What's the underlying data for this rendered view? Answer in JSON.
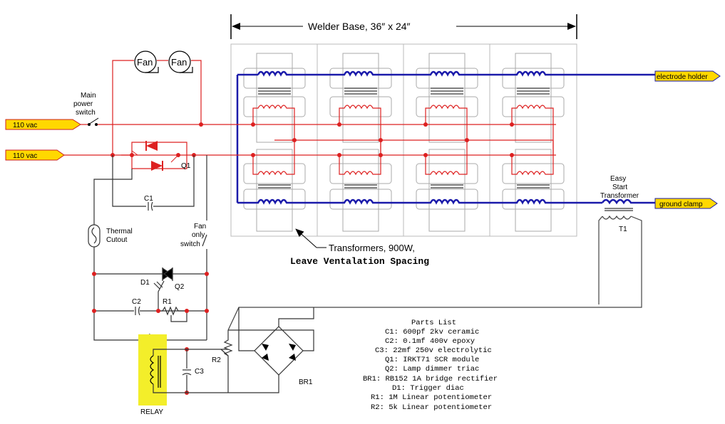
{
  "base_label": "Welder Base, 36″ x 24″",
  "inputs": [
    "110 vac",
    "110 vac"
  ],
  "main_switch_label": [
    "Main",
    "power",
    "switch"
  ],
  "fans": [
    "Fan",
    "Fan"
  ],
  "outputs": {
    "electrode": "electrode holder",
    "ground": "ground clamp"
  },
  "easy_start_label": [
    "Easy",
    "Start",
    "Transformer"
  ],
  "t1": "T1",
  "transformer_note": [
    "Transformers, 900W,",
    "Leave Ventalation Spacing"
  ],
  "components": {
    "c1": "C1",
    "q1": "Q1",
    "d1": "D1",
    "q2": "Q2",
    "c2": "C2",
    "r1": "R1",
    "r2": "R2",
    "c3": "C3",
    "br1": "BR1",
    "relay": "RELAY"
  },
  "thermal_label": [
    "Thermal",
    "Cutout"
  ],
  "fan_switch_label": [
    "Fan",
    "only",
    "switch"
  ],
  "parts_list": {
    "title": "Parts List",
    "items": [
      "C1: 600pf 2kv ceramic",
      "C2: 0.1mf 400v epoxy",
      "C3: 22mf 250v electrolytic",
      "Q1: IRKT71 SCR module",
      "Q2: Lamp dimmer triac",
      "BR1: RB152 1A bridge rectifier",
      "D1: Trigger diac",
      "R1: 1M Linear potentiometer",
      "R2: 5k Linear potentiometer"
    ]
  },
  "colors": {
    "primary_wire": "#dd2020",
    "secondary_wire": "#1a1aaa",
    "ground_wire": "#444444",
    "tag_fill": "#ffd800",
    "relay_fill": "#f3ee2a",
    "base_stroke": "#bbbbbb"
  }
}
